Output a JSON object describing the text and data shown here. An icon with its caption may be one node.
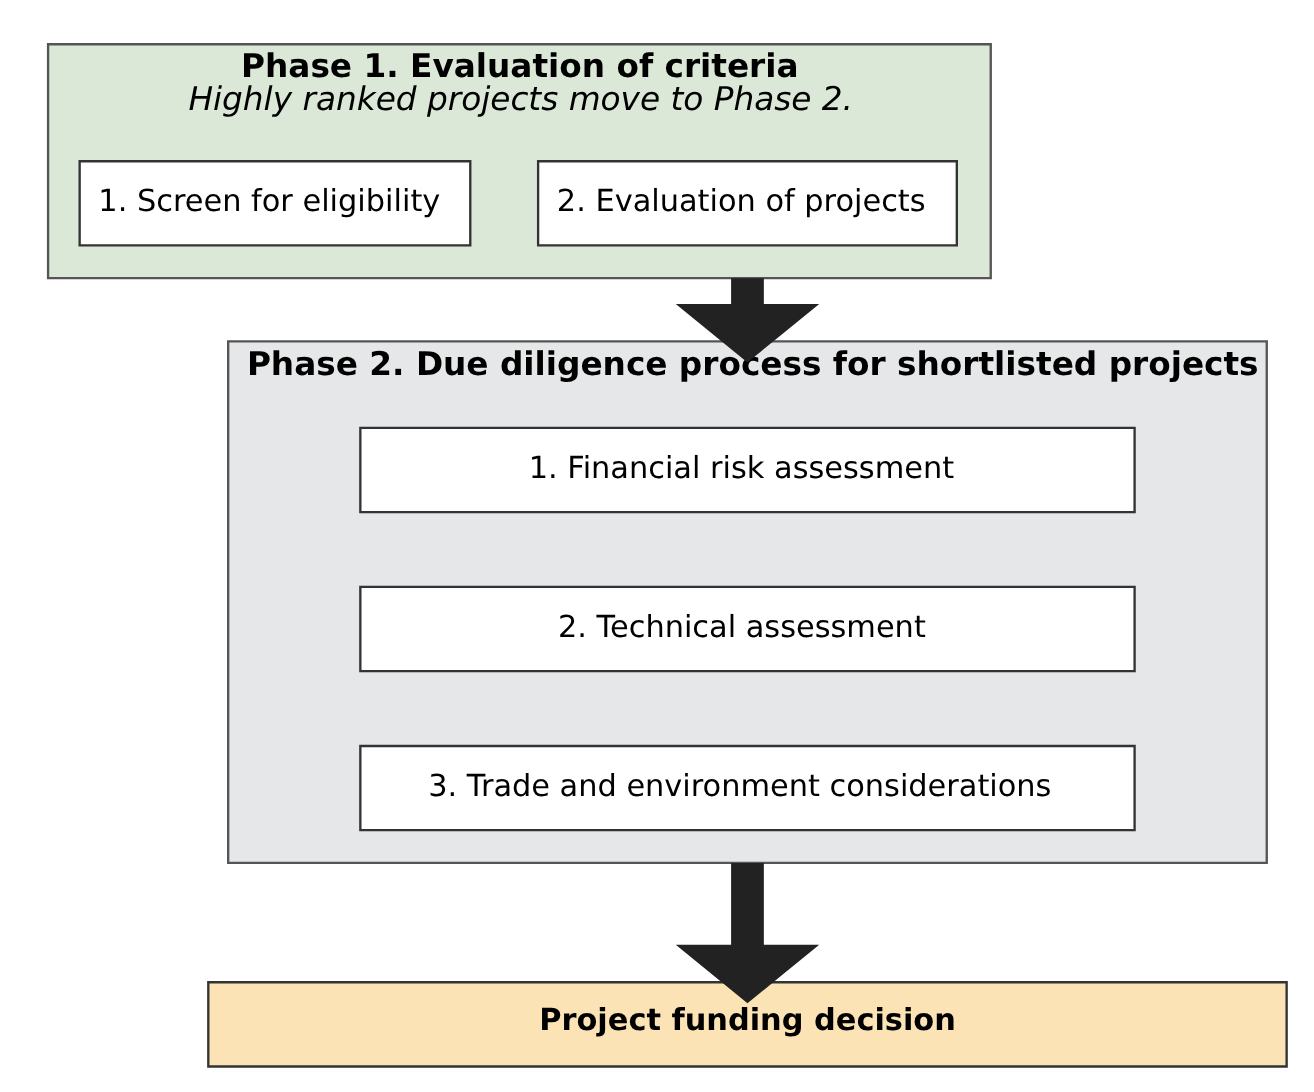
{
  "diagram": {
    "nodes": [
      {
        "text": [
          "Phase 1. Evaluation of criteria",
          "Highly ranked projects move to Phase 2."
        ]
      },
      {
        "text": [
          "1. Screen for eligibility"
        ],
        "in": 0
      },
      {
        "text": [
          "2. Evaluation of projects"
        ],
        "in": 0
      },
      {
        "text": [
          "Phase 2. Due diligence process for shortlisted projects"
        ]
      },
      {
        "text": [
          "1. Financial risk assessment"
        ],
        "in": 3
      },
      {
        "text": [
          "2. Technical assessment"
        ],
        "in": 3
      },
      {
        "text": [
          "3. Trade and environment considerations"
        ],
        "in": 3
      },
      {
        "text": [
          "Project funding decision"
        ]
      }
    ],
    "edges": [
      {
        "from": 0,
        "to": 3,
        "arrow": "to"
      },
      {
        "from": 3,
        "to": 7,
        "arrow": "to"
      }
    ]
  }
}
